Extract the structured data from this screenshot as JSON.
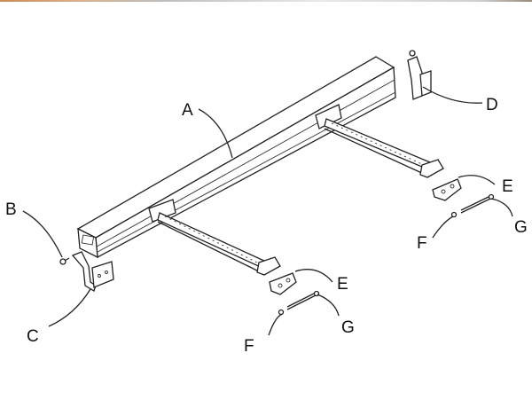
{
  "labels": {
    "a": "A",
    "b": "B",
    "c": "C",
    "d": "D",
    "e1": "E",
    "e2": "E",
    "f1": "F",
    "f2": "F",
    "g1": "G",
    "g2": "G"
  }
}
